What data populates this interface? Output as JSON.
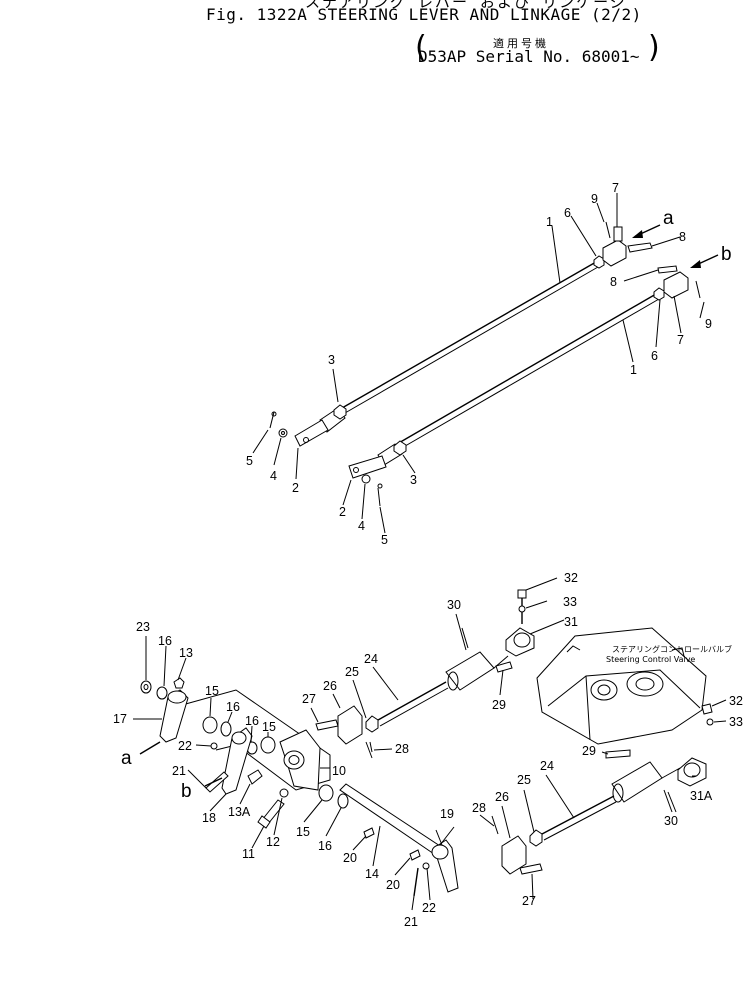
{
  "header": {
    "jp_title_cut": "ステアリング レバー および リンケージ",
    "title": "Fig. 1322A   STEERING LEVER AND LINKAGE (2/2)",
    "applicable_jp": "適用号機",
    "serial": "D53AP Serial No. 68001~"
  },
  "valve_label": {
    "jp": "ステアリングコントロールバルブ",
    "en": "Steering Control Valve"
  },
  "view_markers": [
    "a",
    "b"
  ],
  "callouts": {
    "top": [
      "1",
      "1",
      "2",
      "2",
      "3",
      "3",
      "4",
      "4",
      "5",
      "5",
      "6",
      "6",
      "7",
      "7",
      "8",
      "8",
      "9",
      "9"
    ],
    "bottom": [
      "10",
      "11",
      "12",
      "13",
      "13A",
      "14",
      "15",
      "15",
      "15",
      "16",
      "16",
      "16",
      "16",
      "17",
      "18",
      "19",
      "20",
      "20",
      "21",
      "21",
      "22",
      "22",
      "23",
      "24",
      "24",
      "25",
      "25",
      "26",
      "26",
      "27",
      "27",
      "28",
      "28",
      "29",
      "29",
      "30",
      "30",
      "31",
      "31A",
      "32",
      "32",
      "33",
      "33"
    ]
  }
}
